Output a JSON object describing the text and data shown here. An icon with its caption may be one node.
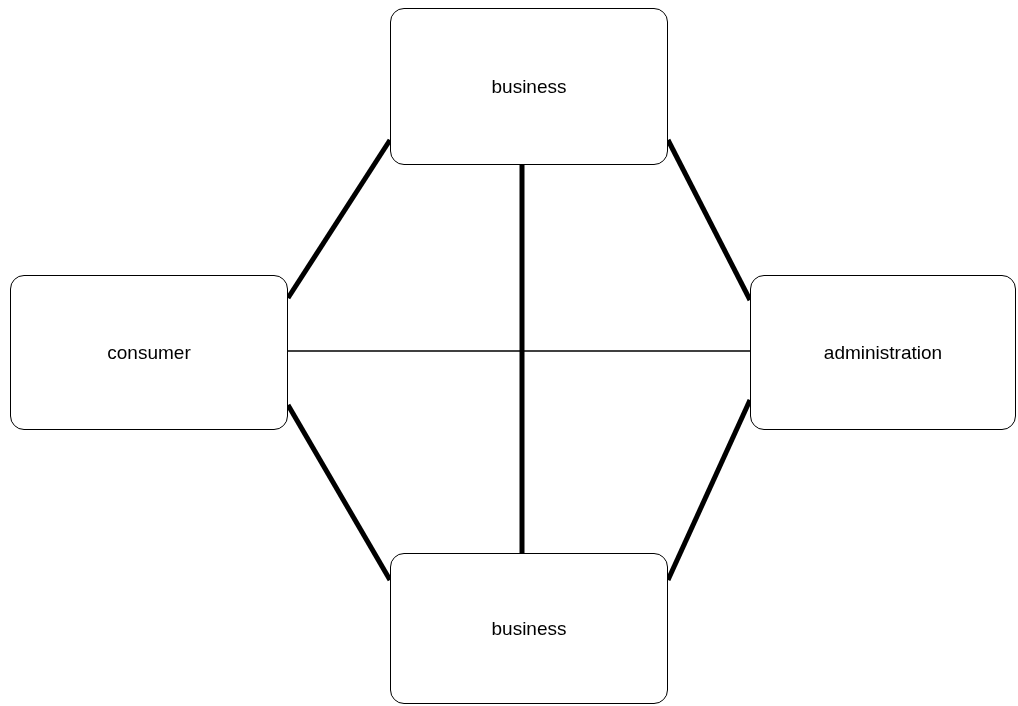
{
  "diagram": {
    "nodes": [
      {
        "text": [
          "business"
        ]
      },
      {
        "text": [
          "consumer"
        ]
      },
      {
        "text": [
          "administration"
        ]
      },
      {
        "text": [
          "business"
        ]
      }
    ],
    "edges": [
      {
        "from": 0,
        "to": 1,
        "arrow": "none"
      },
      {
        "from": 0,
        "to": 2,
        "arrow": "none"
      },
      {
        "from": 1,
        "to": 2,
        "arrow": "none"
      },
      {
        "from": 0,
        "to": 3,
        "arrow": "none"
      },
      {
        "from": 1,
        "to": 3,
        "arrow": "none"
      },
      {
        "from": 2,
        "to": 3,
        "arrow": "none"
      }
    ]
  }
}
